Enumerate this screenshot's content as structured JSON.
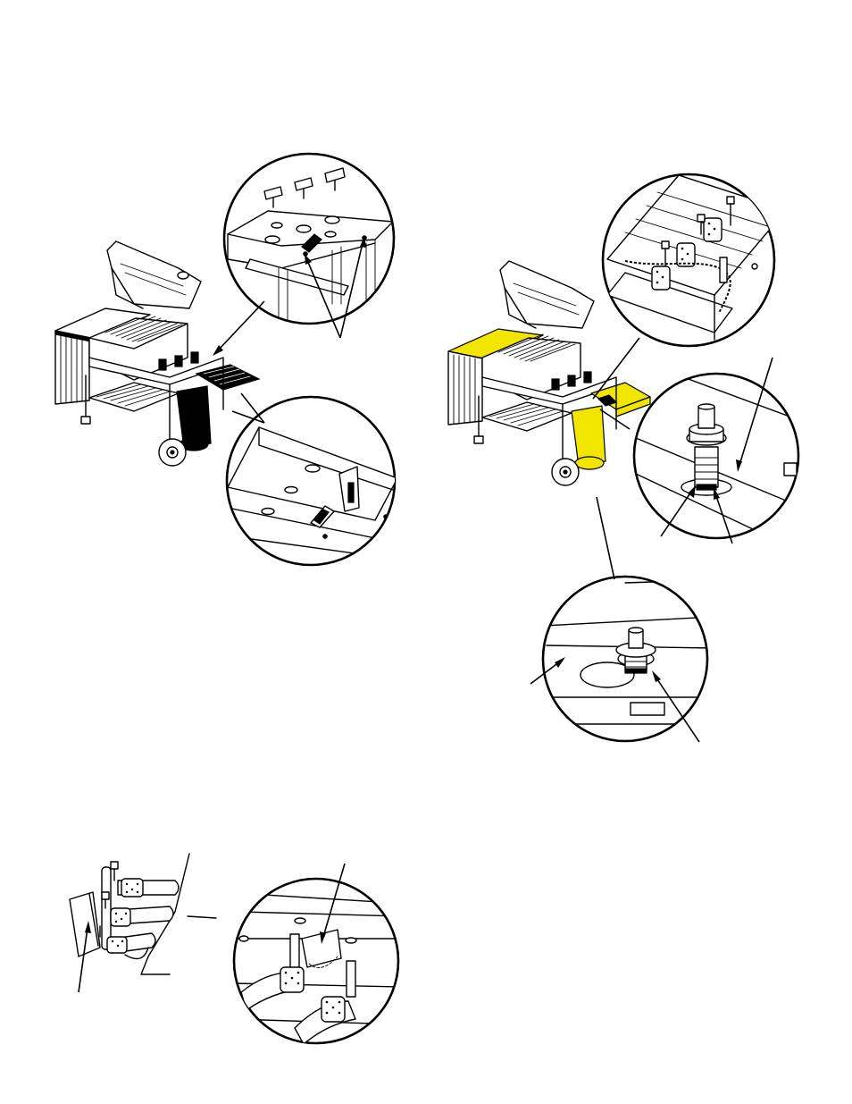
{
  "colors": {
    "ink": "#000000",
    "paper": "#ffffff",
    "highlight": "#f2e600"
  },
  "figures": [
    {
      "id": "figure-grill-control-panel",
      "parts": [
        "grill-cart",
        "control-knobs-detail",
        "control-panel-mounting-detail"
      ]
    },
    {
      "id": "figure-grill-ignitor",
      "parts": [
        "grill-cart-highlighted",
        "ignitor-wiring-detail",
        "ignitor-button-detail",
        "ignitor-button-nut-detail"
      ]
    },
    {
      "id": "figure-burner-assembly",
      "parts": [
        "burner-tubes",
        "burner-valves-detail"
      ]
    }
  ]
}
